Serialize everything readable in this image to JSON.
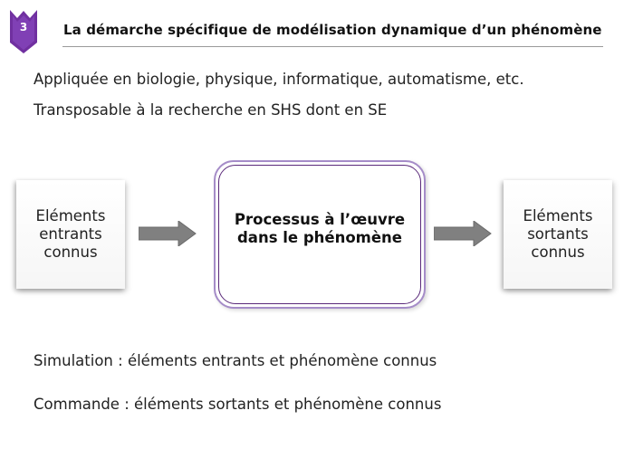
{
  "badge": {
    "number": "3",
    "color": "#7030a0"
  },
  "header": {
    "title": "La démarche spécifique de modélisation dynamique d’un phénomène"
  },
  "intro": {
    "line1": "Appliquée en biologie, physique, informatique, automatisme, etc.",
    "line2": "Transposable à la recherche en SHS dont en SE"
  },
  "diagram": {
    "input_box": "Eléments\nentrants\nconnus",
    "process_box": "Processus à l’œuvre\ndans le phénomène",
    "output_box": "Eléments\nsortants\nconnus"
  },
  "notes": {
    "simulation": "Simulation  : éléments entrants et phénomène connus",
    "commande": "Commande : éléments sortants et phénomène connus"
  },
  "colors": {
    "accent": "#7030a0",
    "process_border": "#a58cc8",
    "arrow": "#808080"
  }
}
